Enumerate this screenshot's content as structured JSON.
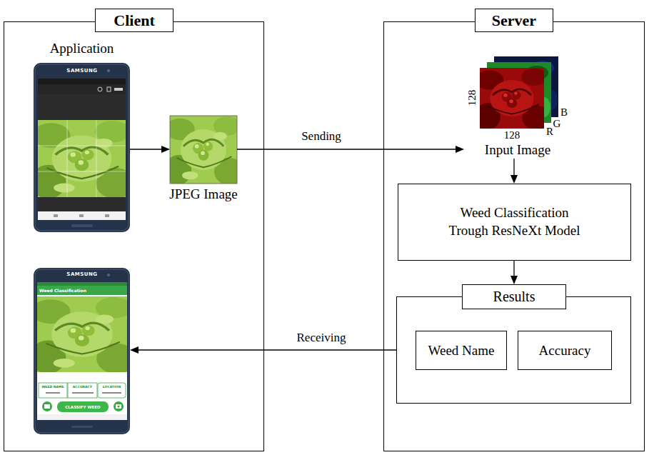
{
  "diagram": {
    "nodes": [
      {
        "text": [
          "Client"
        ]
      },
      {
        "text": [
          "Application",
          "SAMSUNG"
        ],
        "in": 0
      },
      {
        "text": [
          "JPEG Image"
        ],
        "in": 0
      },
      {
        "text": [
          "SAMSUNG",
          "Weed Classification",
          "WEED NAME",
          "ACCURACY",
          "LOCATION",
          "CLASSIFY WEED"
        ],
        "in": 0
      },
      {
        "text": [
          "Server"
        ]
      },
      {
        "text": [
          "Input Image"
        ],
        "in": 4
      },
      {
        "text": [
          "Weed Classification Trough ResNeXt Model"
        ],
        "in": 4
      },
      {
        "text": [
          "Results"
        ],
        "in": 4
      },
      {
        "text": [
          "Weed Name"
        ],
        "in": 7
      },
      {
        "text": [
          "Accuracy"
        ],
        "in": 7
      }
    ],
    "edges": [
      {
        "from": 1,
        "to": 2,
        "arrow": "to"
      },
      {
        "from": 2,
        "to": 5,
        "label": "Sending",
        "arrow": "to"
      },
      {
        "from": 5,
        "to": 6,
        "arrow": "to"
      },
      {
        "from": 6,
        "to": 7,
        "arrow": "to"
      },
      {
        "from": 7,
        "to": 3,
        "label": "Receiving",
        "arrow": "to"
      }
    ],
    "labels": [
      "128",
      "128",
      "R",
      "G",
      "B"
    ]
  }
}
